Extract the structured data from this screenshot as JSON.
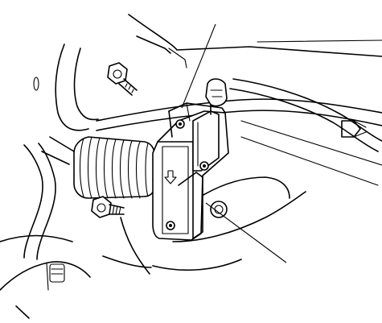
{
  "illustration": {
    "kind": "line-art",
    "subject": "drive-shaft-bearing-bracket",
    "ink_color": "#000000",
    "paper_color": "#ffffff"
  },
  "icons": {
    "direction_marker": "down-arrow-icon"
  },
  "callouts": [
    {
      "name": "upper-leader-line",
      "label": ""
    },
    {
      "name": "lower-leader-line",
      "label": ""
    }
  ]
}
